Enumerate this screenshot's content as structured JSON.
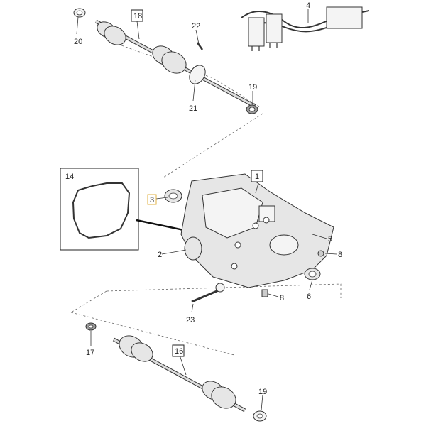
{
  "callouts": {
    "c1": "1",
    "c2": "2",
    "c3": "3",
    "c4": "4",
    "c5": "5",
    "c6": "6",
    "c8a": "8",
    "c8b": "8",
    "c14": "14",
    "c16": "16",
    "c17": "17",
    "c18": "18",
    "c19a": "19",
    "c19b": "19",
    "c20": "20",
    "c21": "21",
    "c22": "22",
    "c23": "23"
  },
  "colors": {
    "line": "#333333",
    "highlight_box": "#e0b040"
  }
}
